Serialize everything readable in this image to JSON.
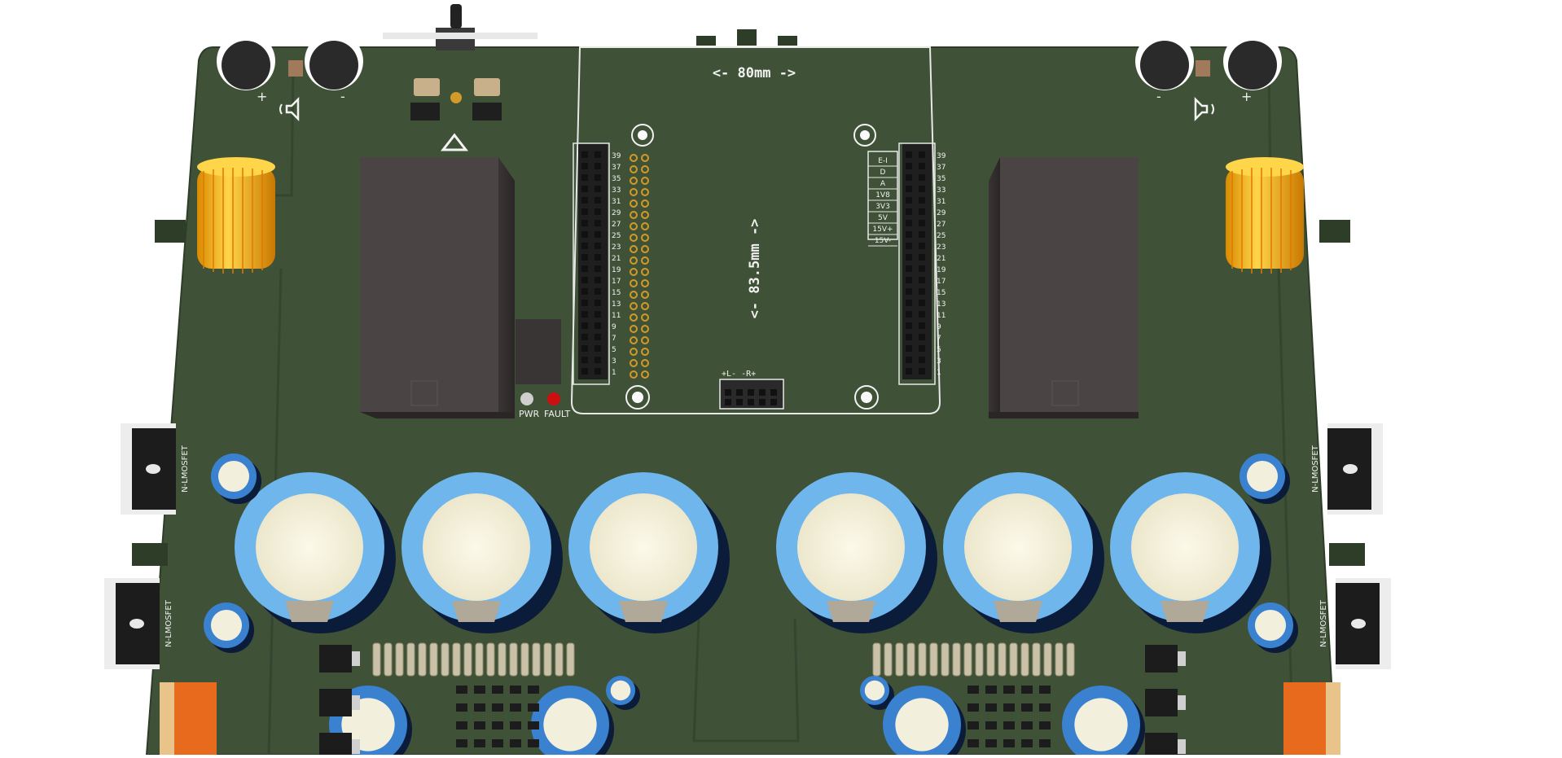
{
  "board": {
    "width_label": "<- 80mm ->",
    "height_label": "<- 83.5mm ->",
    "pwr_label": "PWR",
    "fault_label": "FAULT",
    "speaker_left_plus": "+",
    "speaker_left_minus": "-",
    "speaker_right_minus": "-",
    "speaker_right_plus": "+",
    "mosfet_label": "N-LMOSFET",
    "lr_header_label": "+L-  -R+",
    "left_header_pins": [
      "39",
      "37",
      "35",
      "33",
      "31",
      "29",
      "27",
      "25",
      "23",
      "21",
      "19",
      "17",
      "15",
      "13",
      "11",
      "9",
      "7",
      "5",
      "3",
      "1"
    ],
    "right_header_pins": [
      "39",
      "37",
      "35",
      "33",
      "31",
      "29",
      "27",
      "25",
      "23",
      "21",
      "19",
      "17",
      "15",
      "13",
      "11",
      "9",
      "7",
      "5",
      "3",
      "1"
    ],
    "power_rail_labels": [
      "E-I",
      "D",
      "A",
      "1V8",
      "3V3",
      "5V",
      "15V+",
      "15V-"
    ]
  },
  "colors": {
    "pcb": "#3f5136",
    "pcb_edge": "#2e3d28",
    "silkscreen": "#f2f2f2",
    "capacitor_sleeve": "#6fb6ec",
    "capacitor_top": "#f5f2de",
    "inductor": "#f4b400",
    "module": "#4a4444",
    "terminal": "#e86a1d"
  }
}
